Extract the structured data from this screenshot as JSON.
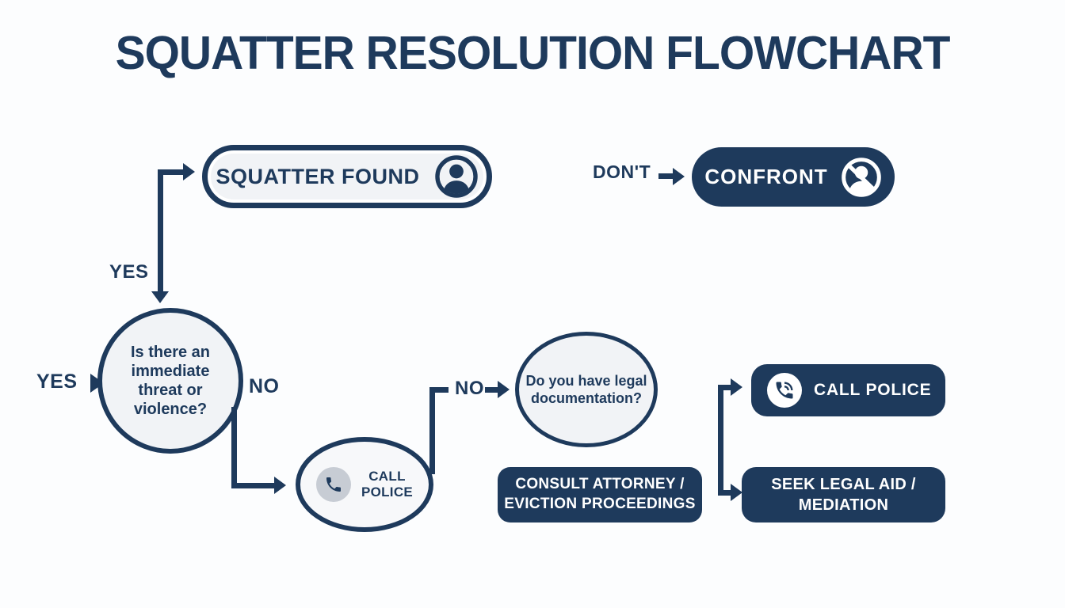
{
  "title": "SQUATTER RESOLUTION FLOWCHART",
  "colors": {
    "navy": "#1e3a5c",
    "fill": "#f1f3f6",
    "ovalfill": "#f7f8fa",
    "gray": "#c7ccd4",
    "bg": "#fcfdfe",
    "white": "#ffffff"
  },
  "labels": {
    "yes_top": "YES",
    "yes_left": "YES",
    "no_right": "NO",
    "no_mid": "NO",
    "dont": "DON'T"
  },
  "nodes": {
    "squatter_found": {
      "label": "SQUATTER FOUND",
      "icon": "person-icon"
    },
    "confront": {
      "label": "CONFRONT",
      "icon": "no-person-icon"
    },
    "threat_question": {
      "label": "Is there an immediate threat or violence?",
      "lines": [
        "Is there an",
        "immediate",
        "threat or",
        "violence?"
      ]
    },
    "call_police_oval": {
      "label": "CALL POLICE",
      "lines": [
        "CALL",
        "POLICE"
      ],
      "icon": "phone-icon"
    },
    "legal_documentation": {
      "label": "Do you have legal documentation?",
      "lines": [
        "Do you have legal",
        "documentation?"
      ]
    },
    "consult_attorney": {
      "label": "CONSULT ATTORNEY / EVICTION PROCEEDINGS",
      "lines": [
        "CONSULT ATTORNEY /",
        "EVICTION PROCEEDINGS"
      ]
    },
    "call_police_action": {
      "label": "CALL POLICE",
      "icon": "phone-waves-icon"
    },
    "seek_legal_aid": {
      "label": "SEEK LEGAL AID / MEDIATION",
      "lines": [
        "SEEK LEGAL AID /",
        "MEDIATION"
      ]
    }
  }
}
